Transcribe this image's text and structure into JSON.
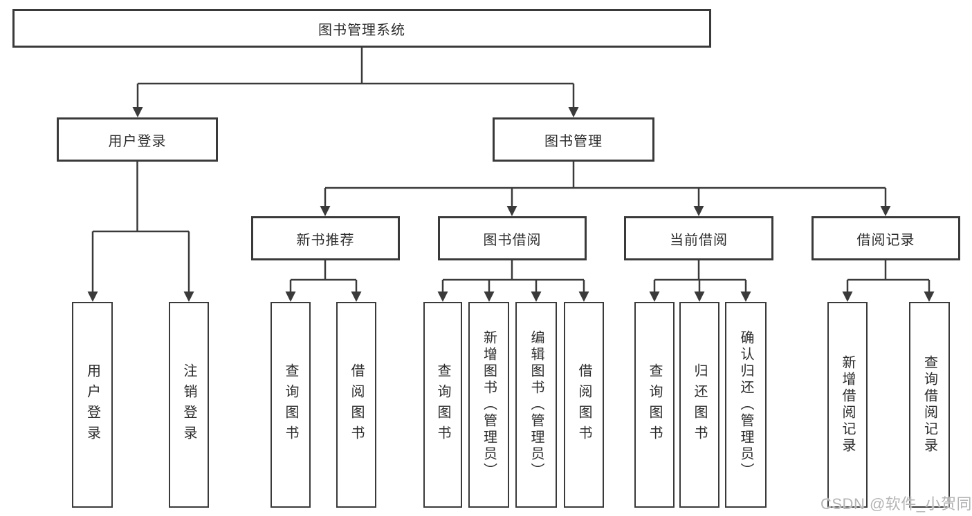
{
  "diagram": {
    "type": "hierarchy-tree",
    "colors": {
      "line": "#3a3a3a",
      "box_border": "#3a3a3a",
      "box_fill": "#ffffff",
      "text": "#2c2c2c",
      "watermark_text": "#b4b4b4"
    },
    "nodes": {
      "root": "图书管理系统",
      "user_login": "用户登录",
      "book_management": "图书管理",
      "new_book_recommend": "新书推荐",
      "book_borrowing": "图书借阅",
      "current_borrowing": "当前借阅",
      "borrowing_records": "借阅记录"
    },
    "leaves": {
      "user_login": [
        "用户登录",
        "注销登录"
      ],
      "new_book_recommend": [
        "查询图书",
        "借阅图书"
      ],
      "book_borrowing": [
        "查询图书",
        "新增图书（管理员）",
        "编辑图书（管理员）",
        "借阅图书"
      ],
      "current_borrowing": [
        "查询图书",
        "归还图书",
        "确认归还（管理员）"
      ],
      "borrowing_records": [
        "新增借阅记录",
        "查询借阅记录"
      ]
    },
    "watermark": "CSDN @软件_小贺同学"
  }
}
